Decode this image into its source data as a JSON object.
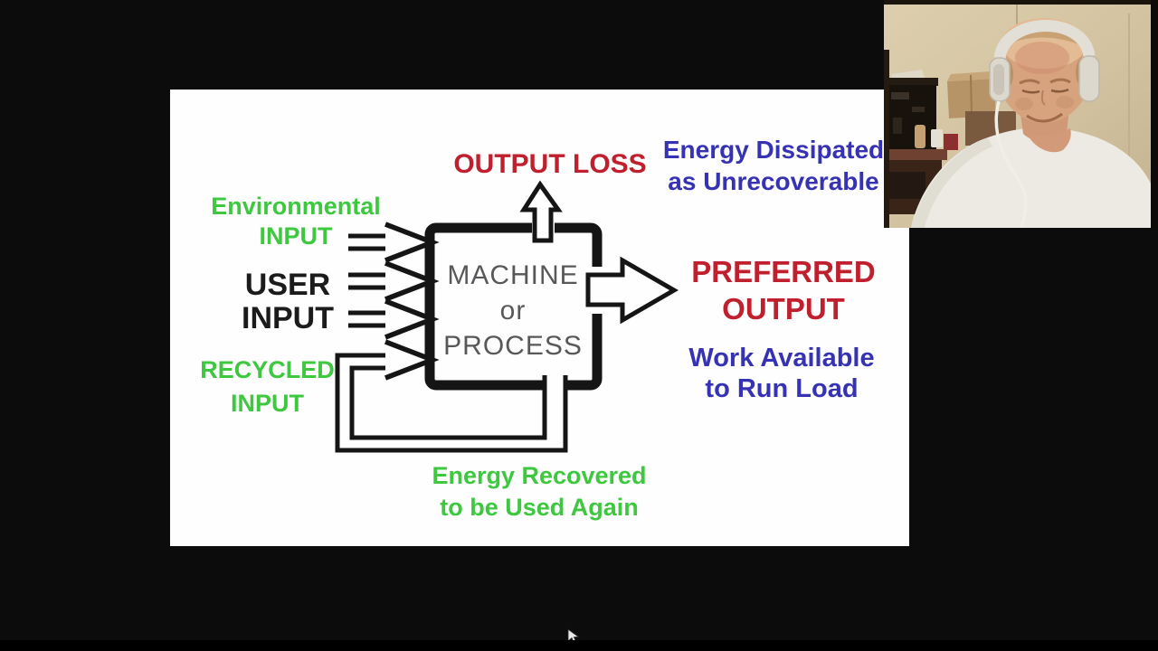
{
  "view": {
    "kind": "video-call screen share frame",
    "background_color": "#0c0c0c",
    "bottom_bar_color": "#000000",
    "slide_background": "#fefefe"
  },
  "diagram": {
    "output_loss": "OUTPUT LOSS",
    "dissipated_1": "Energy Dissipated",
    "dissipated_2": "as Unrecoverable",
    "env_1": "Environmental",
    "env_2": "INPUT",
    "user_1": "USER",
    "user_2": "INPUT",
    "recycled_1": "RECYCLED",
    "recycled_2": "INPUT",
    "box_1": "MACHINE",
    "box_2": "or",
    "box_3": "PROCESS",
    "preferred_1": "PREFERRED",
    "preferred_2": "OUTPUT",
    "work_1": "Work Available",
    "work_2": "to Run Load",
    "recovered_1": "Energy Recovered",
    "recovered_2": "to be Used Again",
    "colors": {
      "loss_red": "#c01f2e",
      "flow_blue": "#3632b4",
      "input_green": "#3ec83f",
      "box_gray": "#58585a",
      "line_black": "#151515"
    }
  },
  "webcam": {
    "content": "man with balding light hair, white headphones, white t-shirt, beige room with shelves and boxes",
    "colors": {
      "wall": "#d5c5a3",
      "shirt": "#eceae3",
      "skin": "#d6a37e",
      "headphones": "#dcd8ce"
    }
  }
}
